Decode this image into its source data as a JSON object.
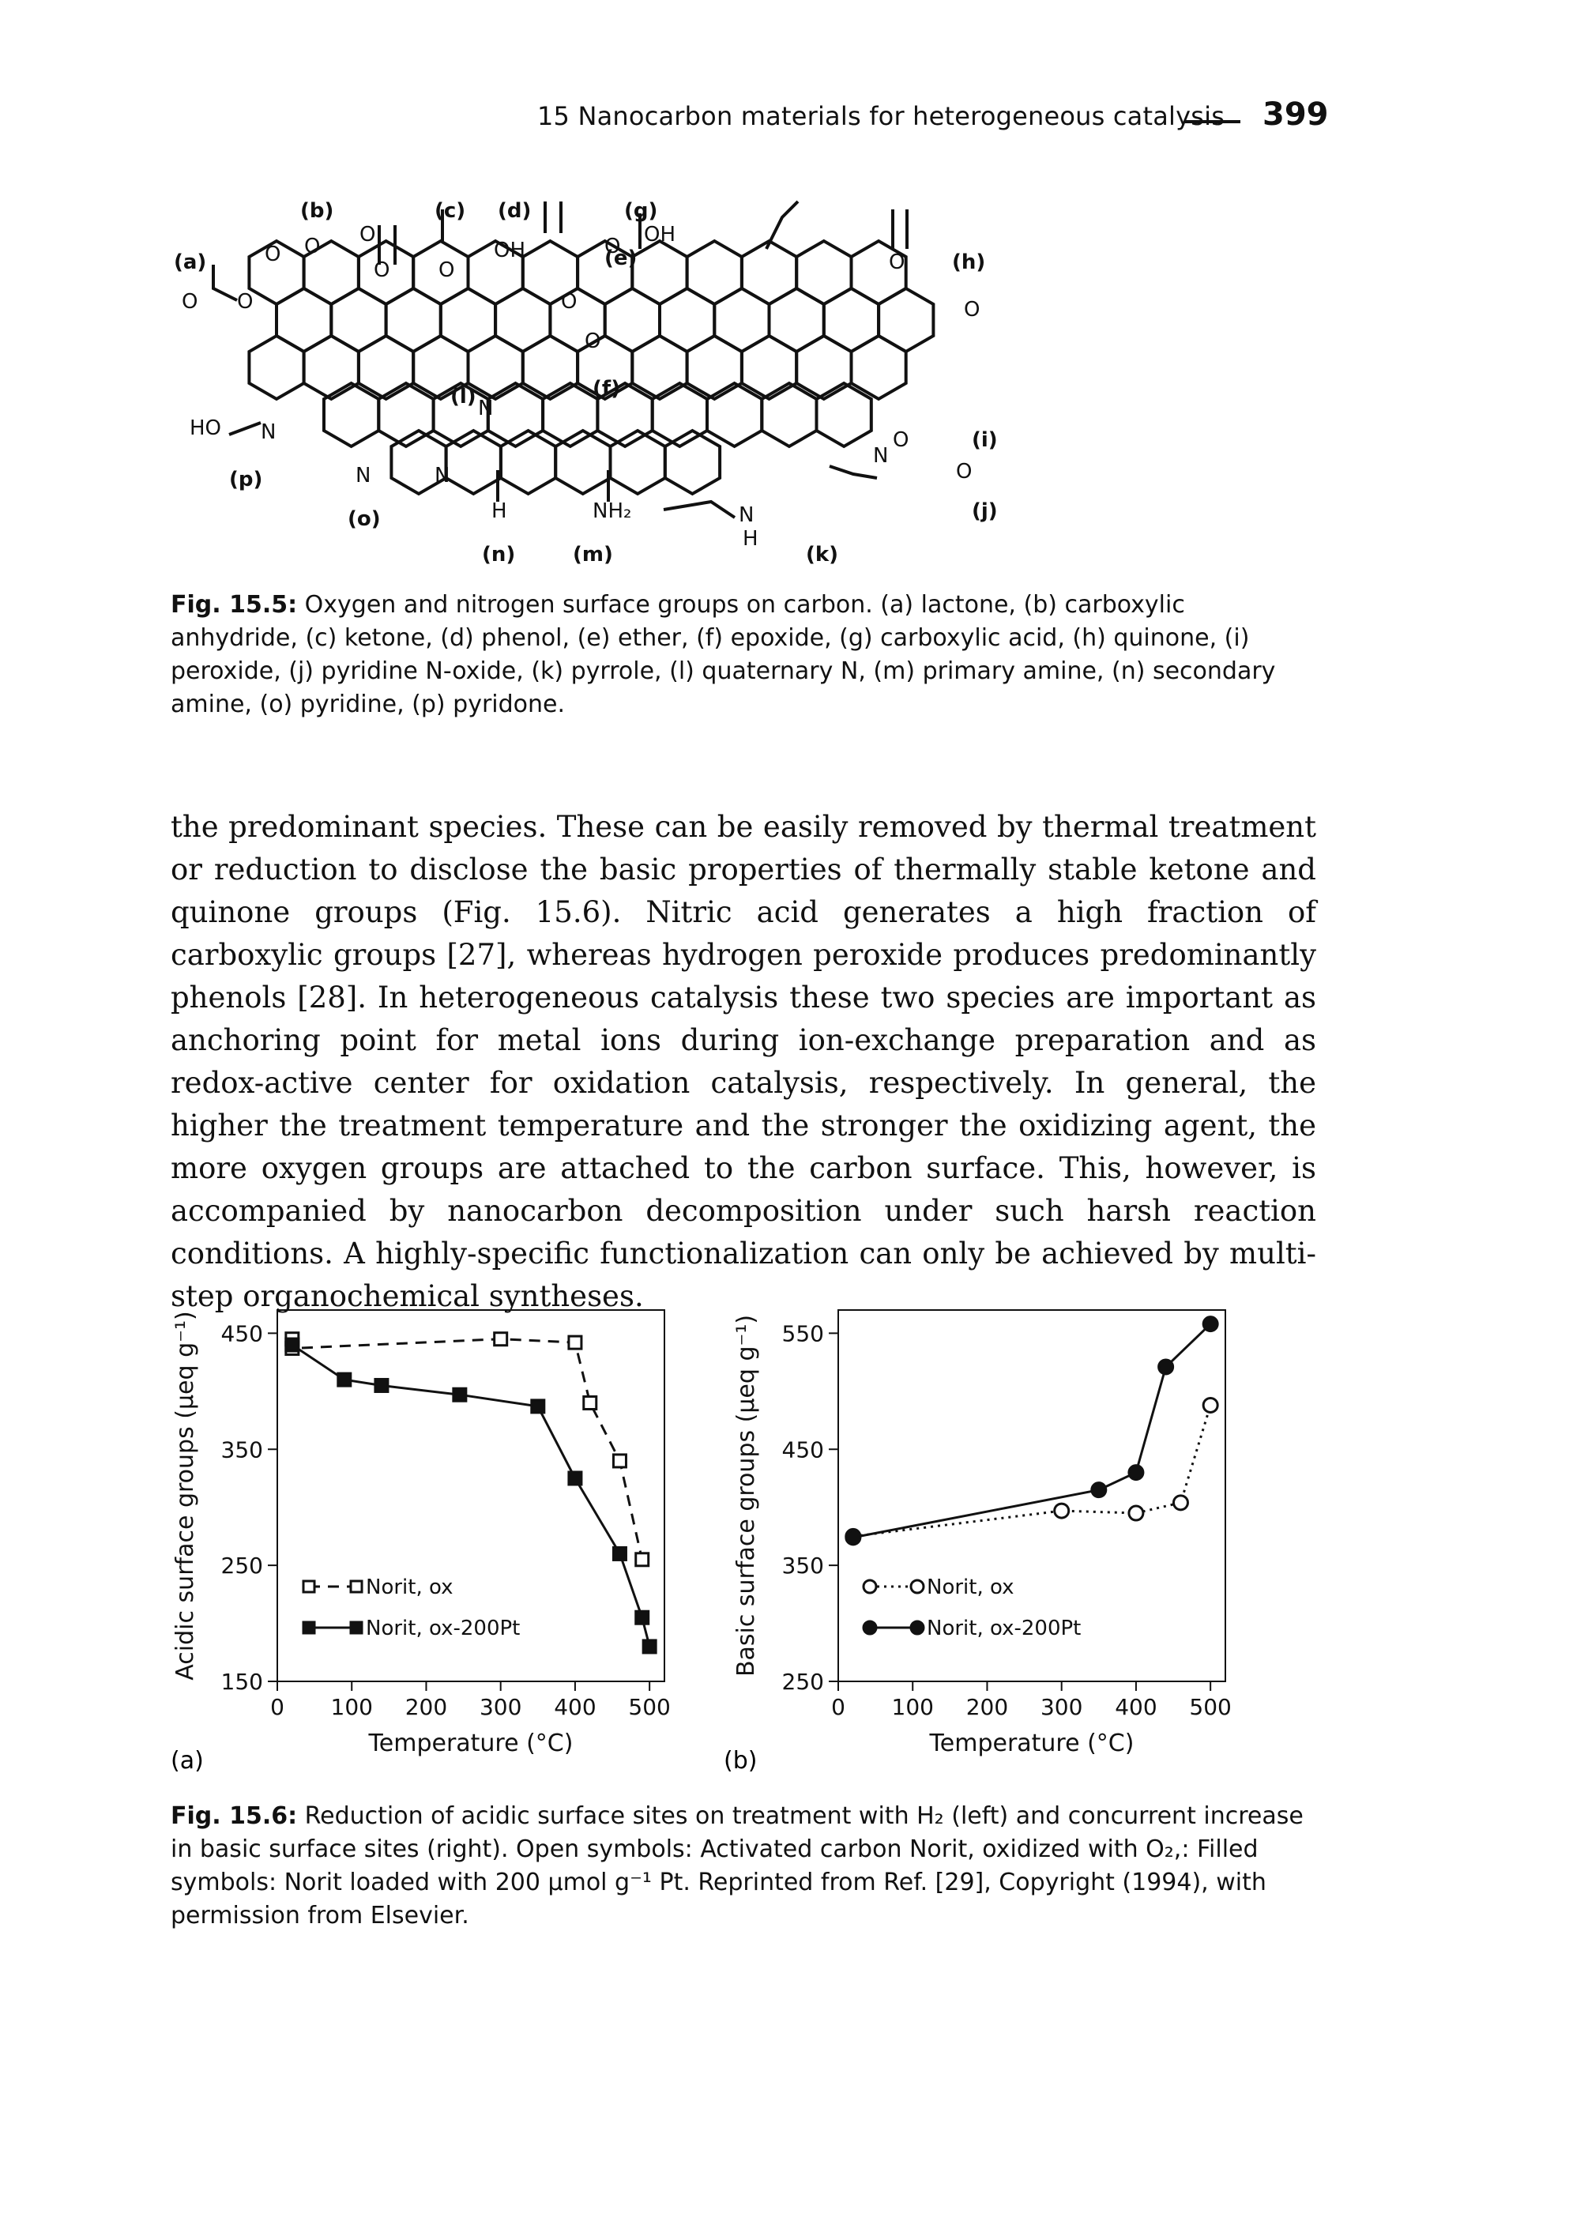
{
  "header": {
    "title": "15 Nanocarbon materials for heterogeneous catalysis",
    "page": "399"
  },
  "structure": {
    "labels": [
      "(a)",
      "(b)",
      "(c)",
      "(d)",
      "(e)",
      "(f)",
      "(g)",
      "(h)",
      "(i)",
      "(j)",
      "(k)",
      "(l)",
      "(m)",
      "(n)",
      "(o)",
      "(p)"
    ],
    "atoms": {
      "o": "O",
      "oh": "OH",
      "ho": "HO",
      "n": "N",
      "h": "H",
      "nh2": "NH₂"
    }
  },
  "caption_155": {
    "label": "Fig. 15.5:",
    "text": "Oxygen and nitrogen surface groups on carbon. (a) lactone, (b) carboxylic anhydride, (c) ketone, (d) phenol, (e) ether, (f) epoxide, (g) carboxylic acid, (h) quinone, (i) peroxide, (j) pyridine N-oxide, (k) pyrrole, (l) quaternary N, (m) primary amine, (n) secondary amine, (o) pyridine, (p) pyridone."
  },
  "body": {
    "paragraph": "the predominant species. These can be easily removed by thermal treatment or reduction to disclose the basic properties of thermally stable ketone and quinone groups (Fig. 15.6). Nitric acid generates a high fraction of carboxylic groups [27], whereas hydrogen peroxide produces predominantly phenols [28]. In heterogeneous catalysis these two species are important as anchoring point for metal ions during ion-exchange preparation and as redox-active center for oxidation catalysis, respectively. In general, the higher the treatment temperature and the stronger the oxidizing agent, the more oxygen groups are attached to the carbon surface. This, however, is accompanied by nanocarbon decomposition under such harsh reaction conditions. A highly-specific functionalization can only be achieved by multi-step organochemical syntheses."
  },
  "chart_data": [
    {
      "type": "scatter",
      "panel": "(a)",
      "xlabel": "Temperature (°C)",
      "ylabel": "Acidic surface groups (µeq g⁻¹)",
      "xlim": [
        0,
        520
      ],
      "ylim": [
        150,
        470
      ],
      "xticks": [
        0,
        100,
        200,
        300,
        400,
        500
      ],
      "yticks": [
        150,
        250,
        350,
        450
      ],
      "legend_position": "bottom-left",
      "series": [
        {
          "name": "Norit, ox",
          "marker": "open-square",
          "line": "dashed",
          "points": [
            [
              20,
              445
            ],
            [
              20,
              437
            ],
            [
              300,
              445
            ],
            [
              400,
              442
            ],
            [
              420,
              390
            ],
            [
              460,
              340
            ],
            [
              490,
              255
            ]
          ]
        },
        {
          "name": "Norit, ox-200Pt",
          "marker": "filled-square",
          "line": "solid",
          "points": [
            [
              20,
              440
            ],
            [
              90,
              410
            ],
            [
              140,
              405
            ],
            [
              245,
              397
            ],
            [
              350,
              387
            ],
            [
              400,
              325
            ],
            [
              460,
              260
            ],
            [
              490,
              205
            ],
            [
              500,
              180
            ]
          ]
        }
      ]
    },
    {
      "type": "scatter",
      "panel": "(b)",
      "xlabel": "Temperature (°C)",
      "ylabel": "Basic surface groups (µeq g⁻¹)",
      "xlim": [
        0,
        520
      ],
      "ylim": [
        250,
        570
      ],
      "xticks": [
        0,
        100,
        200,
        300,
        400,
        500
      ],
      "yticks": [
        250,
        350,
        450,
        550
      ],
      "legend_position": "bottom-left",
      "series": [
        {
          "name": "Norit, ox",
          "marker": "open-circle",
          "line": "dotted",
          "points": [
            [
              20,
              375
            ],
            [
              300,
              397
            ],
            [
              400,
              395
            ],
            [
              460,
              404
            ],
            [
              500,
              488
            ]
          ]
        },
        {
          "name": "Norit, ox-200Pt",
          "marker": "filled-circle",
          "line": "solid",
          "points": [
            [
              20,
              374
            ],
            [
              350,
              415
            ],
            [
              400,
              430
            ],
            [
              440,
              521
            ],
            [
              500,
              558
            ]
          ]
        }
      ]
    }
  ],
  "figure_156": {
    "panel_a": "(a)",
    "panel_b": "(b)"
  },
  "caption_156": {
    "label": "Fig. 15.6:",
    "text": "Reduction of acidic surface sites on treatment with H₂ (left) and concurrent increase in basic surface sites (right). Open symbols: Activated carbon Norit, oxidized with O₂,: Filled symbols: Norit loaded with 200 µmol g⁻¹ Pt. Reprinted from Ref. [29], Copyright (1994), with permission from Elsevier."
  }
}
